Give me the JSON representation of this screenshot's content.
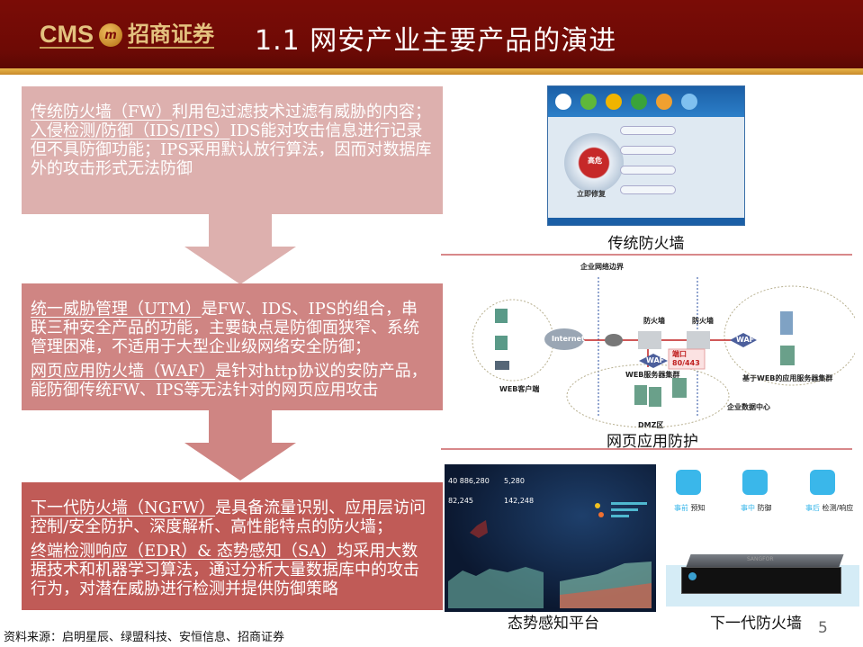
{
  "header": {
    "logo_en": "CMS",
    "logo_cn": "招商证券",
    "title": "1.1 网安产业主要产品的演进"
  },
  "boxes": [
    {
      "paragraphs": [
        {
          "term": "传统防火墙（FW）",
          "text": "利用包过滤技术过滤有威胁的内容；"
        },
        {
          "term": "入侵检测/防御（IDS/IPS）",
          "text": "IDS能对攻击信息进行记录但不具防御功能；IPS采用默认放行算法，因而对数据库外的攻击形式无法防御"
        }
      ]
    },
    {
      "paragraphs": [
        {
          "term": "统一威胁管理（UTM）",
          "text": "是FW、IDS、IPS的组合，串联三种安全产品的功能，主要缺点是防御面狭窄、系统管理困难，不适用于大型企业级网络安全防御；"
        },
        {
          "term": "网页应用防火墙（WAF）",
          "text": "是针对http协议的安防产品，能防御传统FW、IPS等无法针对的网页应用攻击"
        }
      ]
    },
    {
      "paragraphs": [
        {
          "term": "下一代防火墙（NGFW）",
          "text": "是具备流量识别、应用层访问控制/安全防护、深度解析、高性能特点的防火墙；"
        },
        {
          "term": "终端检测响应（EDR）& 态势感知（SA）",
          "text": "均采用大数据技术和机器学习算法，通过分析大量数据库中的攻击行为，对潜在威胁进行检测并提供防御策略"
        }
      ]
    }
  ],
  "images": {
    "fw_caption": "传统防火墙",
    "fw_status": "高危",
    "fw_button": "立即修复",
    "waf_caption": "网页应用防护",
    "waf_labels": {
      "boundary": "企业网络边界",
      "internet": "Internet",
      "firewall1": "防火墙",
      "firewall2": "防火墙",
      "waf1": "WAF",
      "waf2": "WAF",
      "port": "端口",
      "port_num": "80/443",
      "client": "WEB客户端",
      "web_cluster": "WEB服务器集群",
      "app_cluster": "基于WEB的应用服务器集群",
      "dmz": "DMZ区",
      "datacenter": "企业数据中心"
    },
    "sa_caption": "态势感知平台",
    "sa_numbers": [
      "40 886,280",
      "5,280",
      "82,245",
      "142,248"
    ],
    "ngfw_caption": "下一代防火墙",
    "ngfw_stages": [
      {
        "a": "事前",
        "b": "预知"
      },
      {
        "a": "事中",
        "b": "防御"
      },
      {
        "a": "事后",
        "b": "检测/响应"
      }
    ],
    "ngfw_brand": "SANGFOR"
  },
  "footer": {
    "source": "资料来源：启明星辰、绿盟科技、安恒信息、招商证券",
    "page": "5"
  },
  "colors": {
    "header": "#7a0c06",
    "box1": "#ddb0ae",
    "box2": "#cf8583",
    "box3": "#c05b57",
    "gold": "#e7b54a"
  }
}
